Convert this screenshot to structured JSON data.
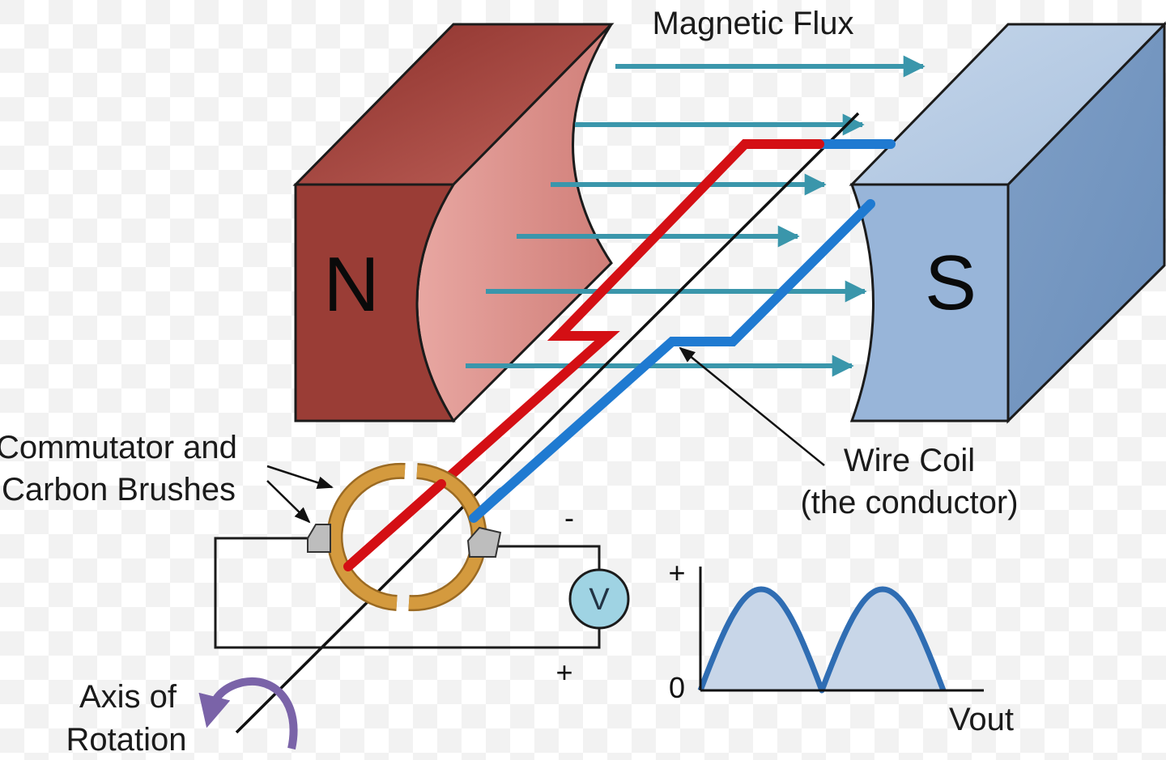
{
  "labels": {
    "magnetic_flux": "Magnetic Flux",
    "north": "N",
    "south": "S",
    "commutator_line1": "Commutator and",
    "commutator_line2": "Carbon Brushes",
    "wire_coil_line1": "Wire Coil",
    "wire_coil_line2": "(the conductor)",
    "axis_line1": "Axis of",
    "axis_line2": "Rotation",
    "voltmeter": "V",
    "minus": "-",
    "plus": "+",
    "graph_plus": "+",
    "graph_zero": "0",
    "graph_label": "Vout"
  },
  "colors": {
    "north_magnet": "#9a3d36",
    "north_face": "#d98c86",
    "south_magnet": "#8daed4",
    "south_face": "#b9cde6",
    "flux_arrow": "#3a96ab",
    "coil_red": "#d40f14",
    "coil_blue": "#1f7ad1",
    "commutator": "#d49a3e",
    "voltmeter": "#9fd3e3",
    "rotation_arrow": "#7a63a8",
    "waveform": "#2f6db3",
    "waveform_fill": "#c8d6e8",
    "background_grid": "#f1f1f1"
  },
  "chart_data": {
    "type": "area",
    "x": [
      0,
      0.125,
      0.25,
      0.375,
      0.5,
      0.625,
      0.75,
      0.875,
      1
    ],
    "y": [
      0,
      0.71,
      1,
      0.71,
      0,
      0.71,
      1,
      0.71,
      0
    ],
    "xlabel": "Vout",
    "ytick_labels": [
      "0",
      "+"
    ],
    "grid": false
  }
}
